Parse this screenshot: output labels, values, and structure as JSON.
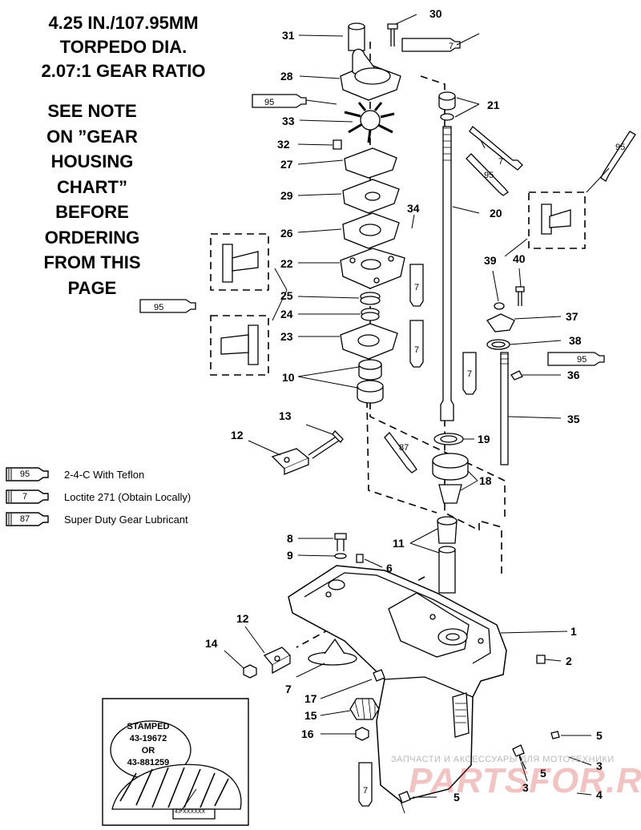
{
  "title": {
    "line1": "4.25 IN./107.95MM",
    "line2": "TORPEDO DIA.",
    "line3": "2.07:1 GEAR RATIO"
  },
  "note": {
    "lines": [
      "SEE NOTE",
      "ON ”GEAR",
      "HOUSING",
      "CHART”",
      "BEFORE",
      "ORDERING",
      "FROM THIS",
      "PAGE"
    ]
  },
  "legend": [
    {
      "code": "95",
      "text": "2-4-C With Teflon"
    },
    {
      "code": "7",
      "text": "Loctite 271 (Obtain Locally)"
    },
    {
      "code": "87",
      "text": "Super Duty Gear Lubricant"
    }
  ],
  "callouts": {
    "c30": "30",
    "c31": "31",
    "c28": "28",
    "c21": "21",
    "c33": "33",
    "c32": "32",
    "c27": "27",
    "c29": "29",
    "c20": "20",
    "c34": "34",
    "c26": "26",
    "c22": "22",
    "c39": "39",
    "c40": "40",
    "c25": "25",
    "c24": "24",
    "c37": "37",
    "c23": "23",
    "c38": "38",
    "c36": "36",
    "c10": "10",
    "c35": "35",
    "c13": "13",
    "c12a": "12",
    "c19": "19",
    "c18": "18",
    "c8": "8",
    "c11": "11",
    "c9": "9",
    "c6": "6",
    "c12b": "12",
    "c1": "1",
    "c14": "14",
    "c2": "2",
    "c7": "7",
    "c17": "17",
    "c15": "15",
    "c16": "16",
    "c5a": "5",
    "c3a": "3",
    "c5b": "5",
    "c3b": "3",
    "c4": "4",
    "c5c": "5"
  },
  "tube_labels": {
    "t7a": "7",
    "t95a": "95",
    "t7b": "7",
    "t95b": "95",
    "t95c": "95",
    "t7c": "7",
    "t95d": "95",
    "t7d": "7",
    "t7e": "7",
    "t95e": "95",
    "t87": "87",
    "t7f": "7"
  },
  "stamp": {
    "line1": "STAMPED",
    "line2": "43-19672",
    "line3": "OR",
    "line4": "43-881259",
    "part": "43-XXXXXX"
  },
  "watermark": {
    "line1": "ЗАПЧАСТИ И АКСЕССУАРЫ ДЛЯ МОТОТЕХНИКИ",
    "line2": "PARTSFOR.RU"
  }
}
